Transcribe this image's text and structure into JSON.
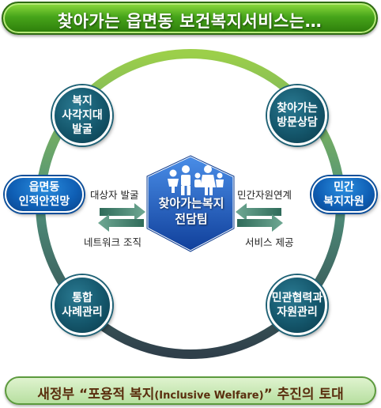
{
  "title": "찾아가는 읍면동 보건복지서비스는…",
  "center": {
    "label": "찾아가는복지\n전담팀"
  },
  "nodes": {
    "top_left": "복지\n사각지대\n발굴",
    "top_right": "찾아가는\n방문상담",
    "bottom_left": "통합\n사례관리",
    "bottom_right": "민관협력과\n자원관리"
  },
  "pills": {
    "left": "읍면동\n인적안전망",
    "right": "민간\n복지자원"
  },
  "flows": {
    "left_top": "대상자 발굴",
    "left_bottom": "네트워크 조직",
    "right_top": "민간자원연계",
    "right_bottom": "서비스 제공"
  },
  "footer": {
    "prefix": "새정부 “포용적 복지",
    "english": "(Inclusive Welfare)",
    "suffix": "” 추진의 토대"
  },
  "colors": {
    "ring_top": "#8cc63f",
    "ring_bottom": "#2f4f5f",
    "node": "#14566b",
    "pill": "#0f5fb5",
    "hexagon": "#1f5fc8"
  }
}
